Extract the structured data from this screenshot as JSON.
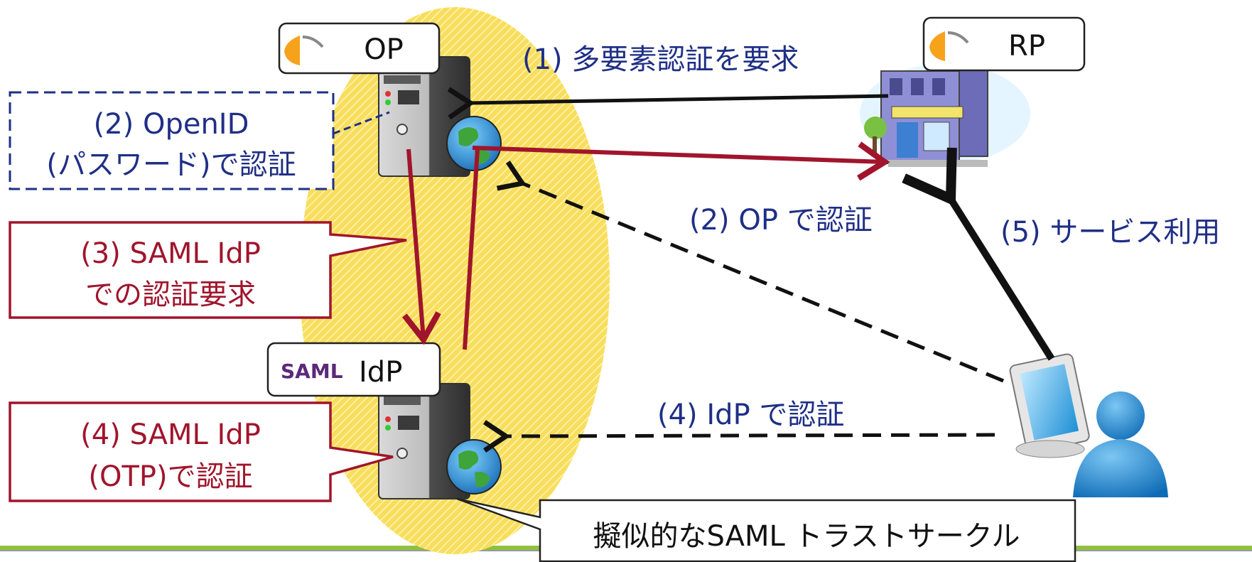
{
  "colors": {
    "navy": "#1f2f86",
    "red": "#a0152c",
    "black": "#111111",
    "yellow": "#f6d33c",
    "green_bar": "#8fc13e",
    "saml_purple": "#5b2a7a"
  },
  "op_label": "OP",
  "rp_label": "RP",
  "saml_logo": "SAML",
  "idp_label": "IdP",
  "arrows": {
    "step1": "(1) 多要素認証を要求",
    "step2_op": "(2) OP で認証",
    "step4_idp": "(4) IdP で認証",
    "step5": "(5) サービス利用"
  },
  "callouts": {
    "openid_line1": "(2) OpenID",
    "openid_line2": "(パスワード)で認証",
    "saml_req_line1": "(3) SAML IdP",
    "saml_req_line2": "での認証要求",
    "saml_otp_line1": "(4) SAML IdP",
    "saml_otp_line2": "(OTP)で認証",
    "trust_circle": "擬似的なSAML トラストサークル"
  },
  "icons": [
    "openid-logo-icon",
    "server-icon",
    "globe-icon",
    "storefront-icon",
    "computer-icon",
    "user-icon"
  ]
}
